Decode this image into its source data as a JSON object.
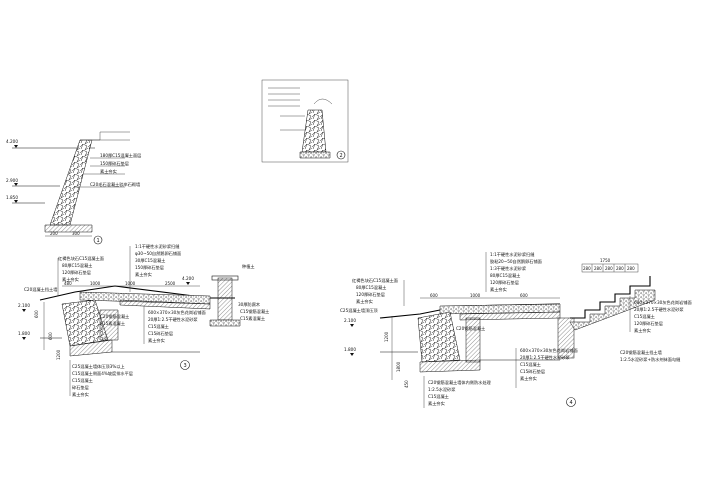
{
  "detail_1": {
    "elevations": [
      "4.200",
      "2.900",
      "1.850"
    ],
    "callouts": [
      "180厚C15混凝土面层",
      "150厚碎石垫层",
      "素土夯实",
      "C20毛石混凝土驳岸石砌墙"
    ],
    "dimensions": [
      "200",
      "300"
    ],
    "marker": "1"
  },
  "detail_2": {
    "marker": "2"
  },
  "detail_3": {
    "top_callouts": [
      "1:1干硬性水泥砂浆扫缝",
      "φ30~50自然鹅卵石铺面",
      "30厚C15混凝土",
      "150厚碎石垫层",
      "素土夯实"
    ],
    "left_callouts": [
      "红褐色块石C15混凝土面",
      "80厚C15混凝土",
      "120厚碎石垫层",
      "素土夯实",
      "C20混凝土挡土墙"
    ],
    "right_callouts": [
      "600×370×30灰色花岗岩铺面",
      "20厚1:2.5干硬性水泥砂浆",
      "C15混凝土",
      "C15碎石垫层",
      "素土夯实"
    ],
    "bottom_callouts": [
      "C25混凝土墙体压顶3%以上",
      "C15混凝土侧面4%坡度排水平层",
      "C15混凝土",
      "碎石垫层",
      "素土夯实"
    ],
    "inner_callouts": [
      "C20钢筋混凝土",
      "C15素混凝土"
    ],
    "post_callouts": [
      "种植土",
      "30厚防腐木",
      "C15钢筋混凝土",
      "C15素混凝土"
    ],
    "dimensions": [
      "480",
      "1000",
      "1000",
      "2500",
      "600",
      "600",
      "1200"
    ],
    "elevations": [
      "2.100",
      "1.800",
      "4.200"
    ],
    "marker": "3"
  },
  "detail_4": {
    "top_callouts": [
      "1:1干硬性水泥砂浆扫缝",
      "胶粘20~50自然鹅卵石铺面",
      "1:3干硬性水泥砂浆",
      "80厚C15混凝土",
      "120厚碎石垫层",
      "素土夯实"
    ],
    "left_callouts": [
      "红褐色块石C15混凝土面",
      "80厚C15混凝土",
      "120厚碎石垫层",
      "素土夯实"
    ],
    "wall_callouts": [
      "C25混凝土墙顶压顶",
      "C20钢筋混凝土"
    ],
    "center_callouts": [
      "600×370×30灰色花岗岩铺面",
      "20厚1:2.5干硬性水泥砂浆",
      "C15混凝土",
      "C15碎石垫层",
      "素土夯实"
    ],
    "stair_callouts": [
      "600×370×30灰色花岗岩铺面",
      "20厚1:2.5干硬性水泥砂浆",
      "C15混凝土",
      "120厚碎石垫层",
      "素土夯实"
    ],
    "retaining_callouts": [
      "C20钢筋混凝土挡土墙",
      "1:2.5水泥砂浆+防水剂抹面勾缝"
    ],
    "bottom_callouts": [
      "C20钢筋混凝土墙体内侧防水处理",
      "1:2.5水泥砂浆",
      "C15混凝土",
      "素土夯实"
    ],
    "dimensions": [
      "1750",
      "280",
      "280",
      "280",
      "280",
      "280",
      "600",
      "1000",
      "600",
      "1200",
      "1800",
      "450"
    ],
    "elevations": [
      "2.100",
      "1.800"
    ],
    "marker": "4"
  }
}
